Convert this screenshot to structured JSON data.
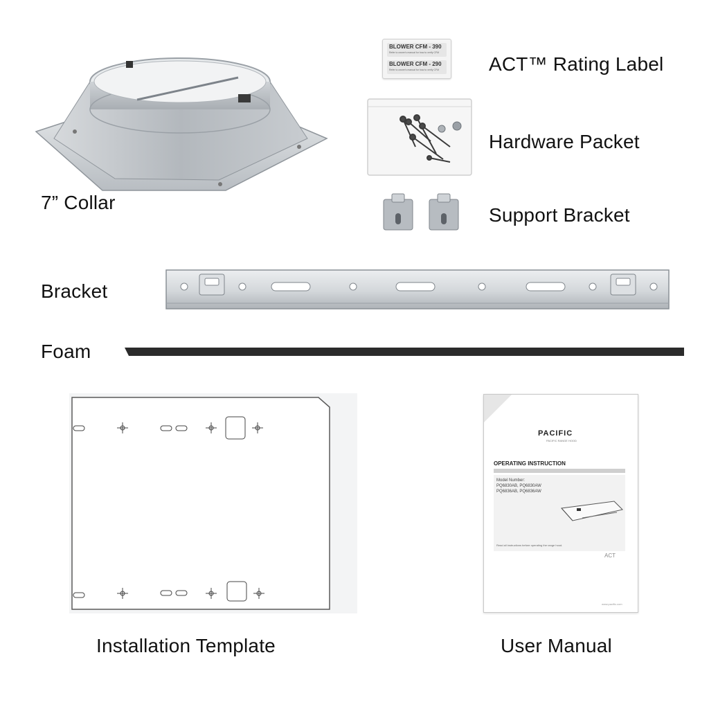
{
  "labels": {
    "collar": "7” Collar",
    "rating_label": "ACT™ Rating Label",
    "hardware": "Hardware Packet",
    "support_bracket": "Support Bracket",
    "bracket": "Bracket",
    "foam": "Foam",
    "template": "Installation Template",
    "manual": "User Manual"
  },
  "rating_label_card": {
    "line1_title": "BLOWER CFM - 390",
    "line1_sub": "Refer to owner's manual for how to verify CFM",
    "line2_title": "BLOWER CFM - 290",
    "line2_sub": "Refer to owner's manual for how to verify CFM"
  },
  "manual_cover": {
    "brand": "PACIFIC",
    "brand_sub": "PACIFIC RANGE HOOD",
    "heading": "OPERATING INSTRUCTION",
    "model_label": "Model Number:",
    "models_1": "PQ6830AB, PQ6830AW",
    "models_2": "PQ6836AB, PQ6836AW",
    "note": "Read all instructions before operating the range hood.",
    "act_mark": "ACT",
    "footer": "www.pacific.com"
  },
  "colors": {
    "text": "#111111",
    "metal": "#c9cdd1",
    "metal_dark": "#9aa0a6",
    "foam": "#2a2a2a"
  }
}
